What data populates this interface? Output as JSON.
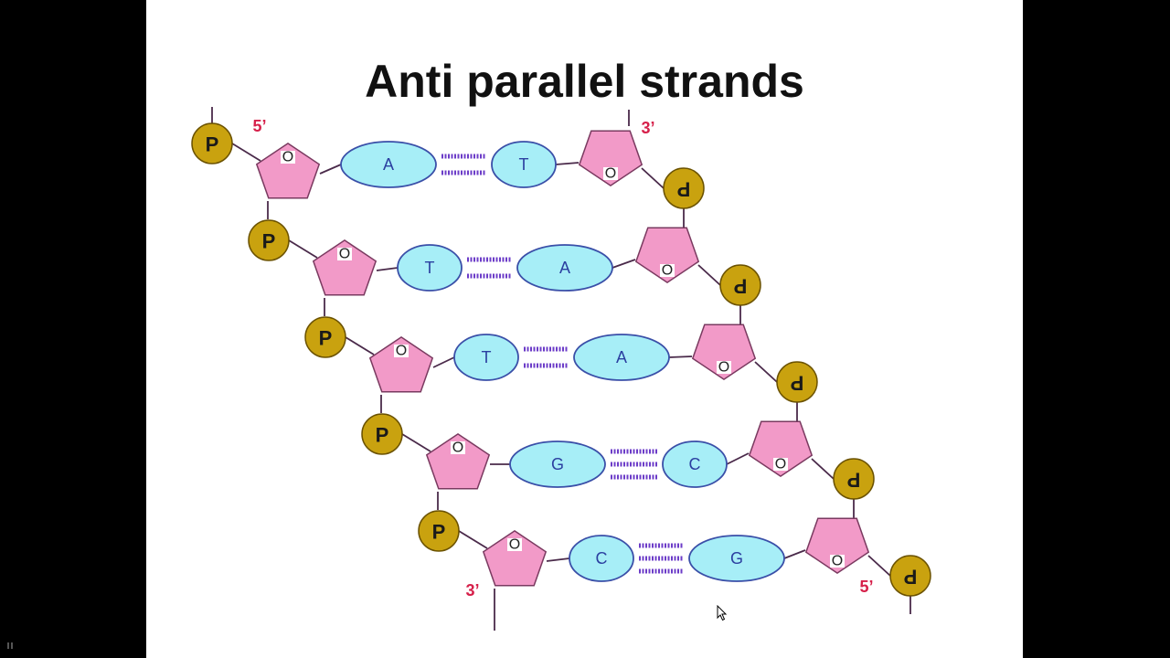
{
  "slide": {
    "title": "Anti parallel strands"
  },
  "labels": {
    "five_prime": "5’",
    "three_prime": "3’",
    "phosphate": "P",
    "sugar_oxygen": "O"
  },
  "colors": {
    "sugar": "#f29ac8",
    "base": "#a7eef7",
    "base_outline": "#3a4fa8",
    "base_text": "#2b3fa0",
    "phosphate": "#c9a20f",
    "hydrogen_bond": "#6c3cc8",
    "prime_label": "#d6204a",
    "line": "#4a2a4a"
  },
  "base_pairs": [
    {
      "left": "A",
      "right": "T",
      "bonds": 2
    },
    {
      "left": "T",
      "right": "A",
      "bonds": 2
    },
    {
      "left": "T",
      "right": "A",
      "bonds": 2
    },
    {
      "left": "G",
      "right": "C",
      "bonds": 3
    },
    {
      "left": "C",
      "right": "G",
      "bonds": 3
    }
  ]
}
